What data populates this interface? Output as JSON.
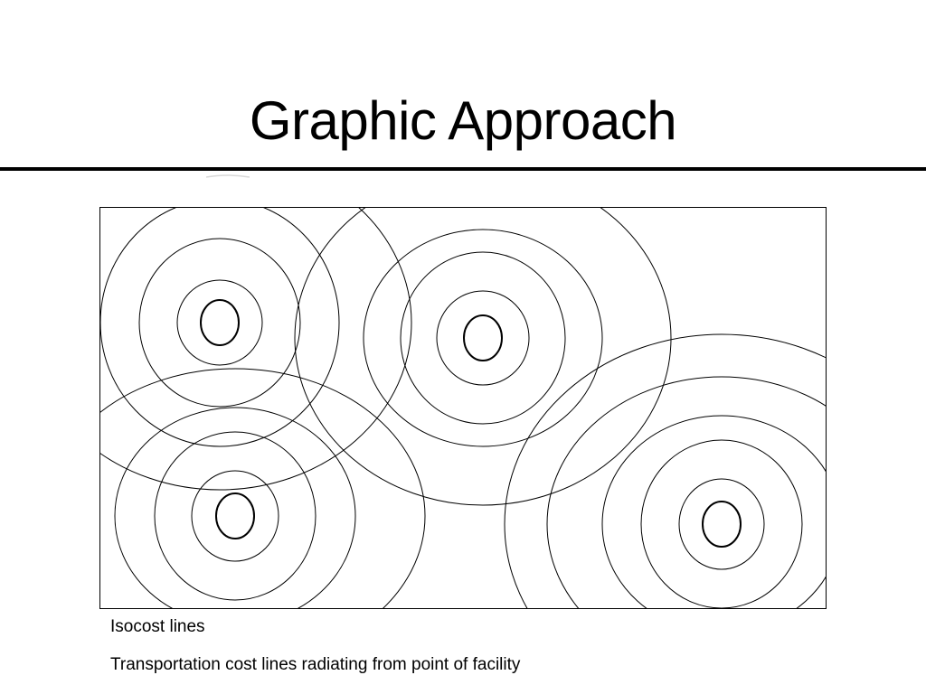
{
  "slide": {
    "title": "Graphic Approach"
  },
  "captions": {
    "line1": "Isocost lines",
    "line2": "Transportation cost lines radiating from point of facility"
  },
  "diagram": {
    "stroke_color": "#000000",
    "background": "#ffffff",
    "facility_count": 4,
    "facilities": [
      {
        "name": "facility-top-left",
        "isocost_rings": 4
      },
      {
        "name": "facility-top-center",
        "isocost_rings": 4
      },
      {
        "name": "facility-bottom-left",
        "isocost_rings": 4
      },
      {
        "name": "facility-bottom-right",
        "isocost_rings": 5
      }
    ]
  }
}
